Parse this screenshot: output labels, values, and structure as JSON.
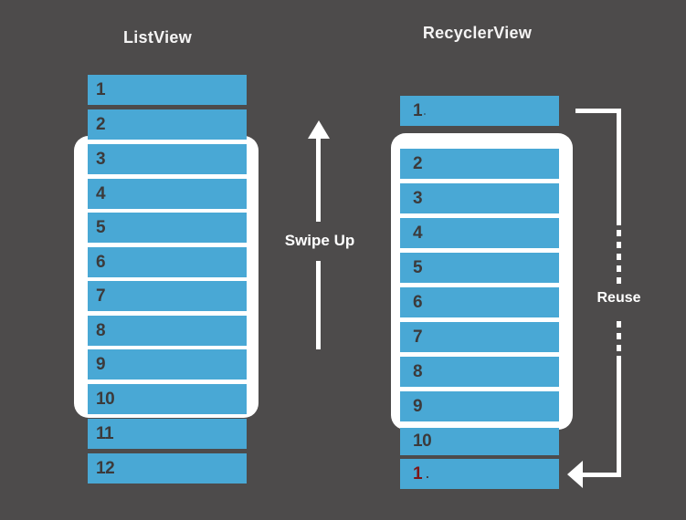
{
  "colors": {
    "background": "#4d4b4b",
    "bar_blue": "#49a8d5",
    "bar_number_text": "#3c3a3b",
    "reused_number_text": "#7d1618",
    "frame_and_arrows": "#ffffff",
    "title_text": "#f5f4f4"
  },
  "left_panel": {
    "title": "ListView",
    "items": [
      "1",
      "2",
      "3",
      "4",
      "5",
      "6",
      "7",
      "8",
      "9",
      "10",
      "11",
      "12"
    ]
  },
  "middle": {
    "swipe_label": "Swipe Up"
  },
  "right_panel": {
    "title": "RecyclerView",
    "top_item_label": "1",
    "top_item_dot": ".",
    "items": [
      "2",
      "3",
      "4",
      "5",
      "6",
      "7",
      "8",
      "9"
    ],
    "item_ten_label": "10",
    "reused_item_label": "1",
    "reused_item_dot": ".",
    "reuse_label": "Reuse"
  }
}
